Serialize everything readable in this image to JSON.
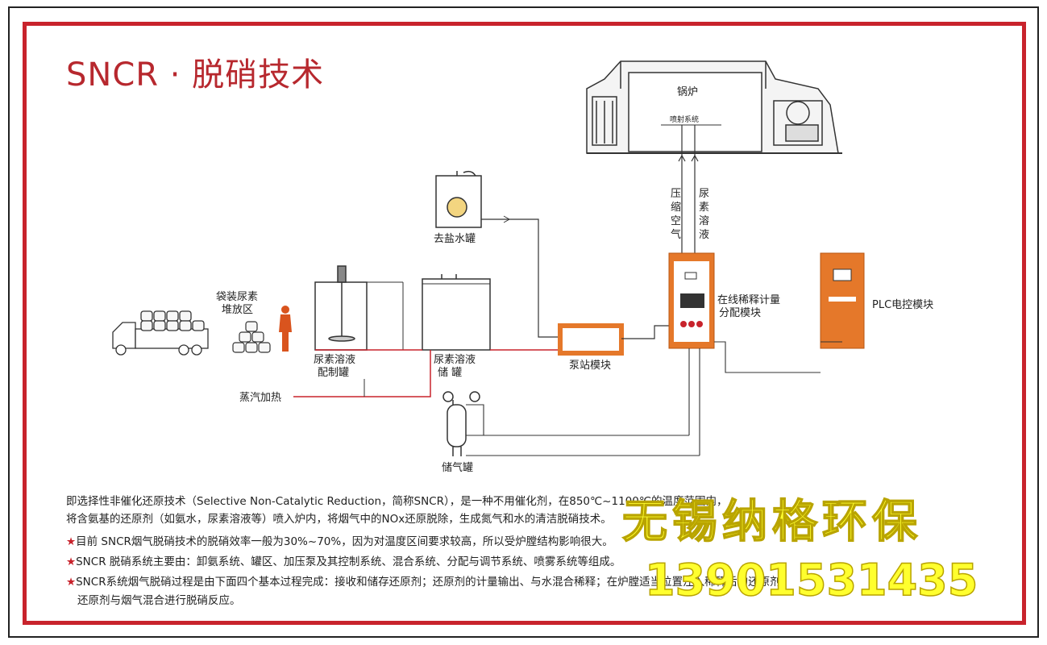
{
  "title": "SNCR · 脱硝技术",
  "labels": {
    "boiler": "锅炉",
    "spray_system": "喷射系统",
    "compressed_air": [
      "压",
      "缩",
      "空",
      "气"
    ],
    "urea_solution": [
      "尿",
      "素",
      "溶",
      "液"
    ],
    "desalt_tank": "去盐水罐",
    "bagged_urea": [
      "袋装尿素",
      "堆放区"
    ],
    "mix_tank": [
      "尿素溶液",
      "配制罐"
    ],
    "storage_tank": [
      "尿素溶液",
      "储 罐"
    ],
    "pump_station": "泵站模块",
    "dilution_module": [
      "在线稀释计量",
      "分配模块"
    ],
    "plc_module": "PLC电控模块",
    "steam_heating": "蒸汽加热",
    "gas_tank": "储气罐"
  },
  "description": {
    "line1": "即选择性非催化还原技术（Selective Non-Catalytic Reduction，简称SNCR），是一种不用催化剂，在850℃~1100℃的温度范围内，",
    "line2": "将含氨基的还原剂（如氨水，尿素溶液等）喷入炉内，将烟气中的NOx还原脱除，生成氮气和水的清洁脱硝技术。",
    "bullets": [
      "目前 SNCR烟气脱硝技术的脱硝效率一般为30%~70%，因为对温度区间要求较高，所以受炉膛结构影响很大。",
      "SNCR 脱硝系统主要由：卸氨系统、罐区、加压泵及其控制系统、混合系统、分配与调节系统、喷雾系统等组成。",
      "SNCR系统烟气脱硝过程是由下面四个基本过程完成：接收和储存还原剂；还原剂的计量输出、与水混合稀释；在炉膛适当位置注入稀释后的还原剂；"
    ],
    "last": "还原剂与烟气混合进行脱硝反应。"
  },
  "watermark": {
    "company": "无锡纳格环保",
    "phone": "13901531435"
  },
  "colors": {
    "frame_red": "#c8232c",
    "module_orange": "#e5782a",
    "watermark_yellow": "#ffff2e"
  }
}
